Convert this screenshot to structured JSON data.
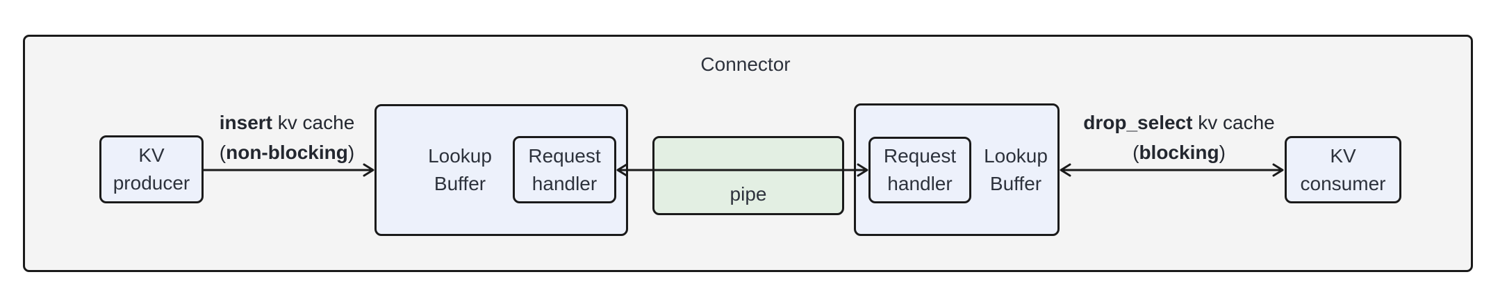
{
  "title": "Connector",
  "colors": {
    "container_bg": "#f4f4f4",
    "node_bg": "#edf1fb",
    "pipe_bg": "#e3efe3",
    "border": "#1a1a1a",
    "text": "#2d323c"
  },
  "nodes": {
    "kv_producer": {
      "line1": "KV",
      "line2": "producer"
    },
    "lookup_buffer_left": {
      "line1": "Lookup",
      "line2": "Buffer"
    },
    "request_handler_left": {
      "line1": "Request",
      "line2": "handler"
    },
    "pipe": {
      "label": "pipe"
    },
    "request_handler_right": {
      "line1": "Request",
      "line2": "handler"
    },
    "lookup_buffer_right": {
      "line1": "Lookup",
      "line2": "Buffer"
    },
    "kv_consumer": {
      "line1": "KV",
      "line2": "consumer"
    }
  },
  "edges": {
    "insert": {
      "verb": "insert",
      "rest": " kv cache",
      "paren_open": "(",
      "mode": "non-blocking",
      "paren_close": ")"
    },
    "drop_select": {
      "verb": "drop_select",
      "rest": " kv cache",
      "paren_open": "(",
      "mode": "blocking",
      "paren_close": ")"
    }
  }
}
